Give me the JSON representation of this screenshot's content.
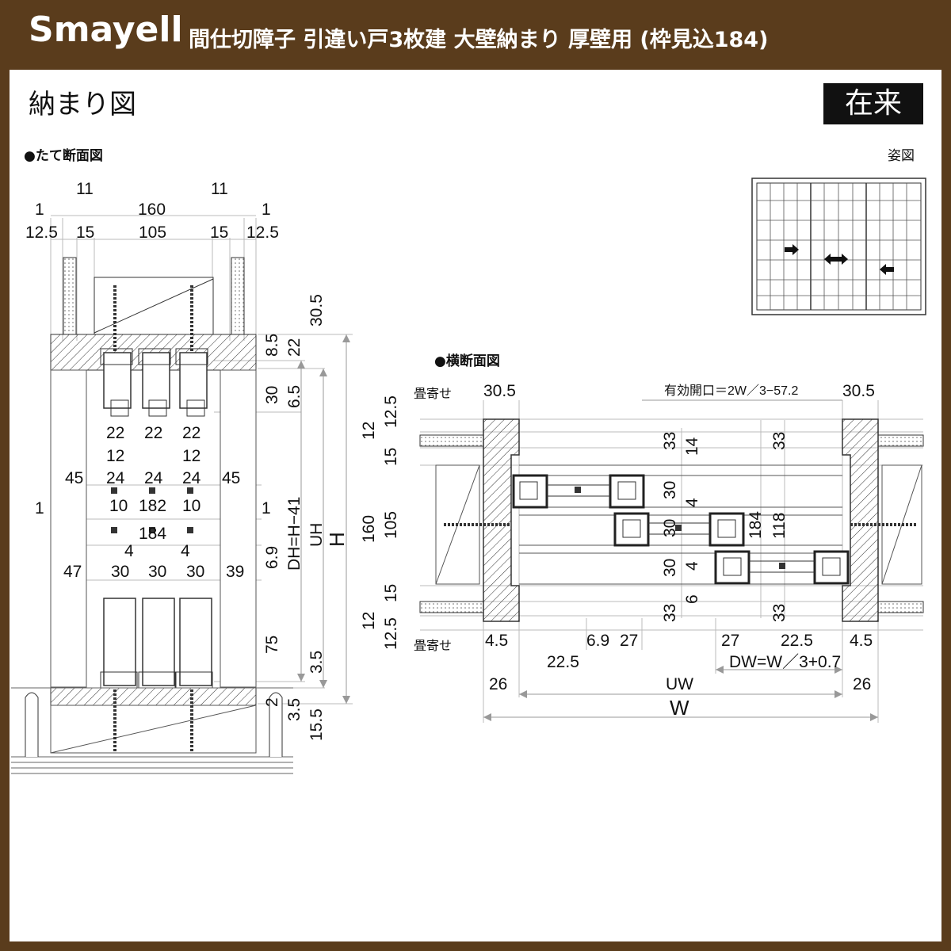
{
  "header": {
    "brand": "Smayell",
    "title": "間仕切障子 引違い戸3枚建 大壁納まり 厚壁用 (枠見込184)"
  },
  "page": {
    "title": "納まり図",
    "badge": "在来"
  },
  "vertical_section": {
    "label": "●たて断面図",
    "dims": {
      "d11a": "11",
      "d11b": "11",
      "d1a": "1",
      "d160": "160",
      "d1b": "1",
      "d12_5a": "12.5",
      "d15a": "15",
      "d105": "105",
      "d15b": "15",
      "d12_5b": "12.5",
      "d30_5": "30.5",
      "d8_5": "8.5",
      "d22t": "22",
      "d30": "30",
      "d6_5": "6.5",
      "d22a": "22",
      "d22b": "22",
      "d22c": "22",
      "d12a": "12",
      "d12b": "12",
      "d45a": "45",
      "d24a": "24",
      "d24b": "24",
      "d24c": "24",
      "d45b": "45",
      "d10a": "10",
      "d182": "182",
      "d10b": "10",
      "d1c": "1",
      "d1d": "1",
      "d184": "184",
      "d4a": "4",
      "d4b": "4",
      "d6_9": "6.9",
      "d47": "47",
      "d30a": "30",
      "d30b": "30",
      "d30c": "30",
      "d39": "39",
      "d75": "75",
      "d3_5a": "3.5",
      "d2": "2",
      "d3_5b": "3.5",
      "d15_5": "15.5",
      "dh": "DH=H−41",
      "uh": "UH",
      "h": "H"
    }
  },
  "elevation": {
    "label": "姿図"
  },
  "horizontal_section": {
    "label": "●横断面図",
    "dims": {
      "tatami_top": "畳寄せ",
      "tatami_bottom": "畳寄せ",
      "d30_5a": "30.5",
      "d30_5b": "30.5",
      "opening": "有効開口＝2W／3−57.2",
      "d12a": "12",
      "d12_5a": "12.5",
      "d15a": "15",
      "d160": "160",
      "d105": "105",
      "d15b": "15",
      "d12b": "12",
      "d12_5b": "12.5",
      "d33a": "33",
      "d14": "14",
      "d33b": "33",
      "d30a": "30",
      "d4a": "4",
      "d30b": "30",
      "d184": "184",
      "d118": "118",
      "d30c": "30",
      "d4b": "4",
      "d6": "6",
      "d33c": "33",
      "d33d": "33",
      "d4_5a": "4.5",
      "d6_9": "6.9",
      "d27a": "27",
      "d27b": "27",
      "d22_5a": "22.5",
      "d4_5b": "4.5",
      "d22_5b": "22.5",
      "dw": "DW=W／3+0.7",
      "d26a": "26",
      "uw": "UW",
      "d26b": "26",
      "w": "W"
    }
  }
}
